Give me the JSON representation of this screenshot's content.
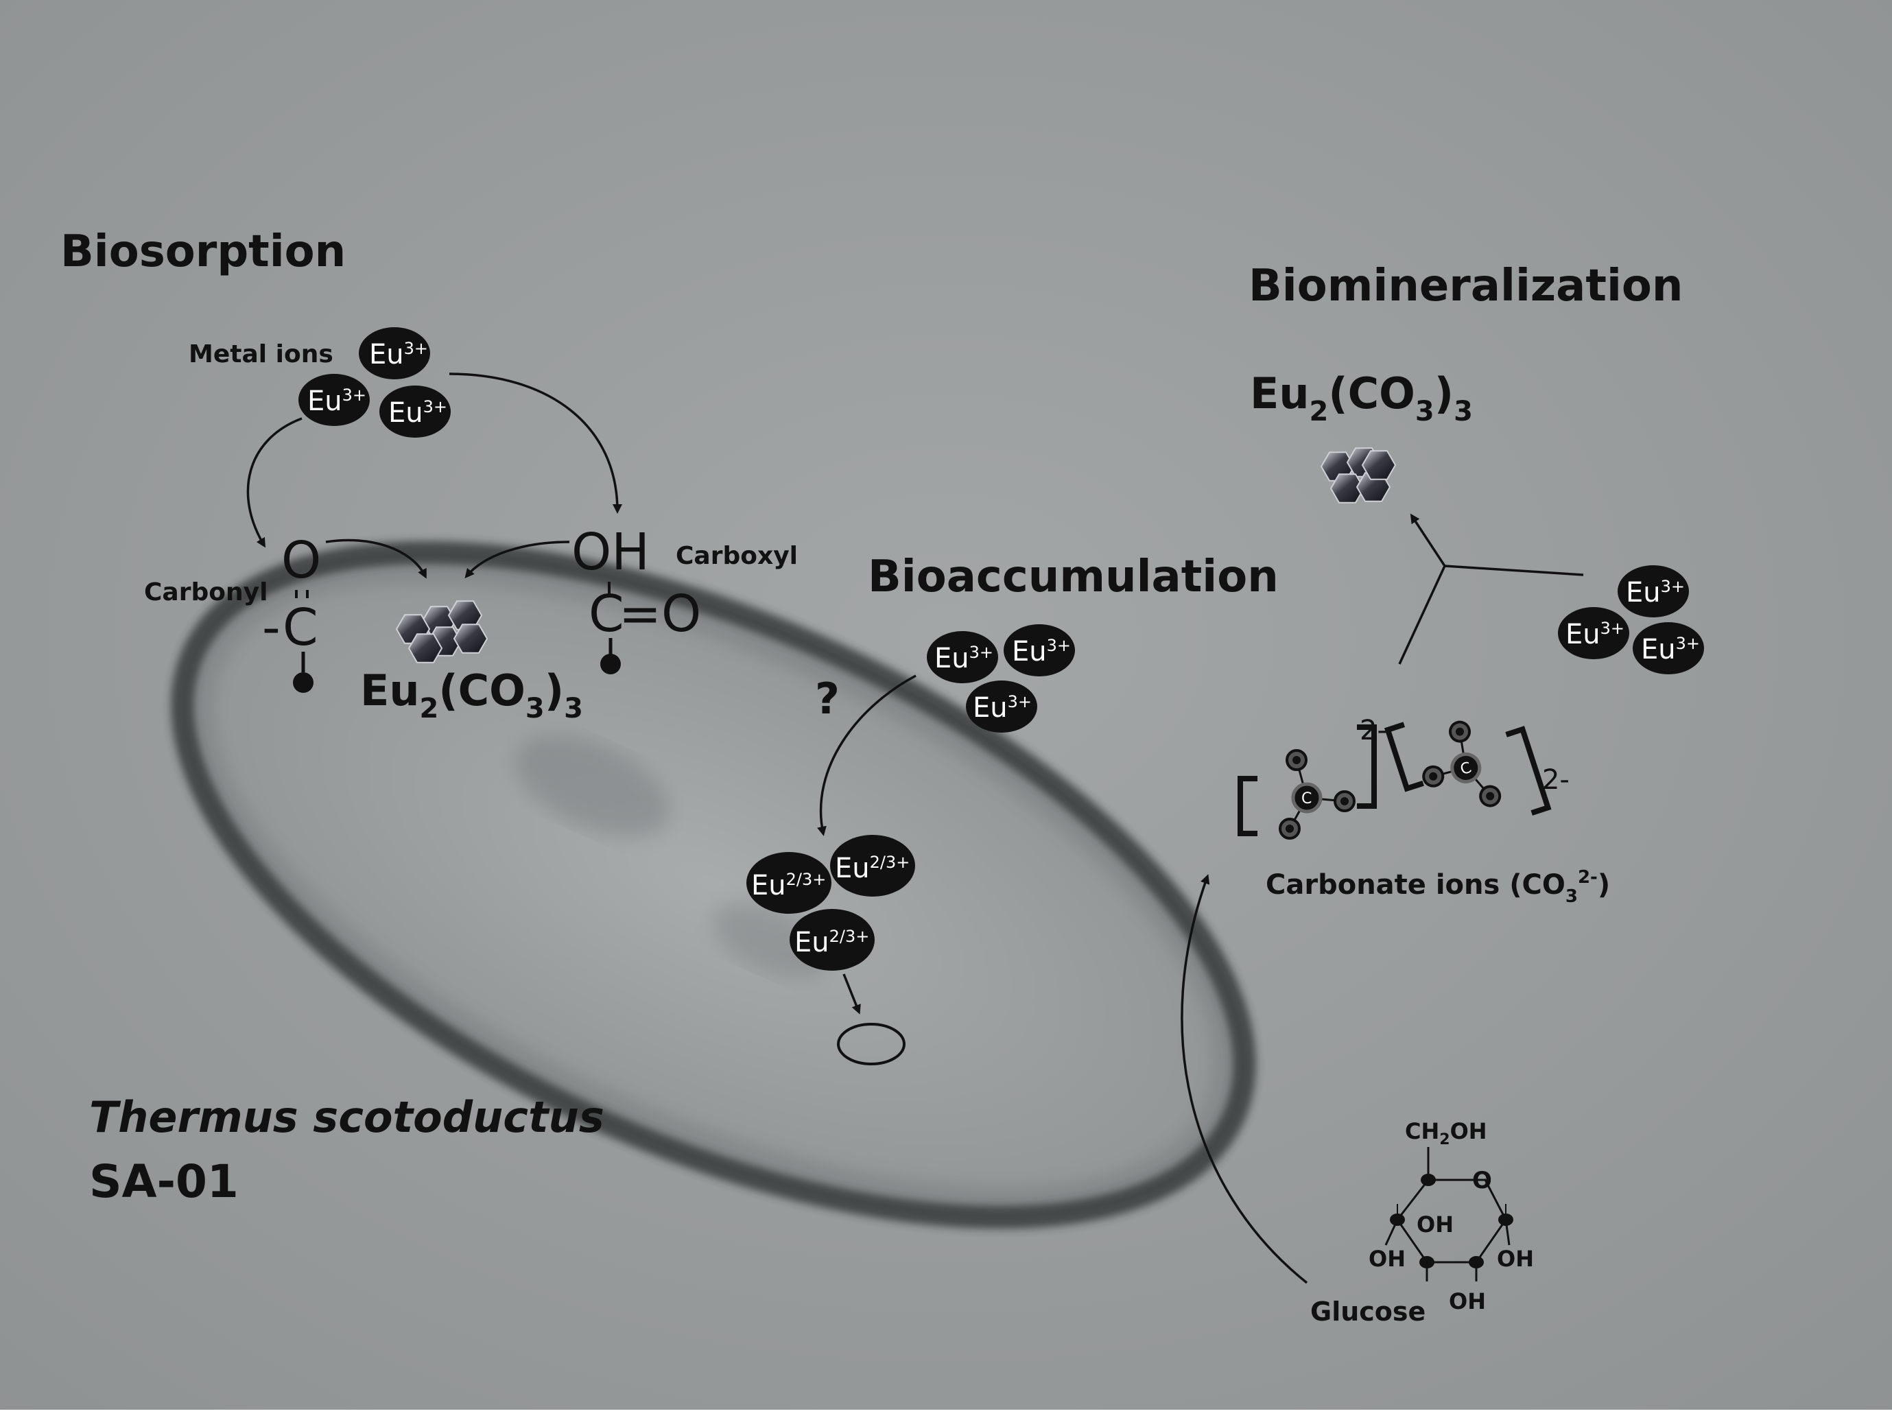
{
  "titles": {
    "biosorption": "Biosorption",
    "bioaccumulation": "Bioaccumulation",
    "biomineralization": "Biomineralization"
  },
  "organism": {
    "genus_species": "Thermus scotoductus",
    "strain": "SA-01"
  },
  "labels": {
    "metal_ions": "Metal ions",
    "carbonyl": "Carbonyl",
    "carboxyl": "Carboxyl",
    "carbonate_ions": "Carbonate ions (CO",
    "carbonate_sub": "3",
    "carbonate_sup": "2-",
    "carbonate_close": ")",
    "glucose": "Glucose",
    "question": "?"
  },
  "ions": {
    "eu": "Eu",
    "eu3_charge": "3+",
    "eu23_charge": "2/3+"
  },
  "compound": {
    "eu": "Eu",
    "sub2": "2",
    "co": "(CO",
    "sub3": "3",
    "close": ")",
    "sub3b": "3"
  },
  "groups": {
    "o": "O",
    "c": "C",
    "oh": "OH",
    "dash": "-",
    "eq": "=",
    "eq_o": "=O"
  },
  "carbonate_charge": "2-",
  "glucose": {
    "ch2oh_pre": "CH",
    "ch2oh_sub": "2",
    "ch2oh_post": "OH",
    "ring_o": "O",
    "oh": "OH"
  },
  "colors": {
    "background": "#9a9d9e",
    "cell_wall": "#2b2d2f",
    "ion_fill": "#111111",
    "ion_text": "#ffffff"
  }
}
